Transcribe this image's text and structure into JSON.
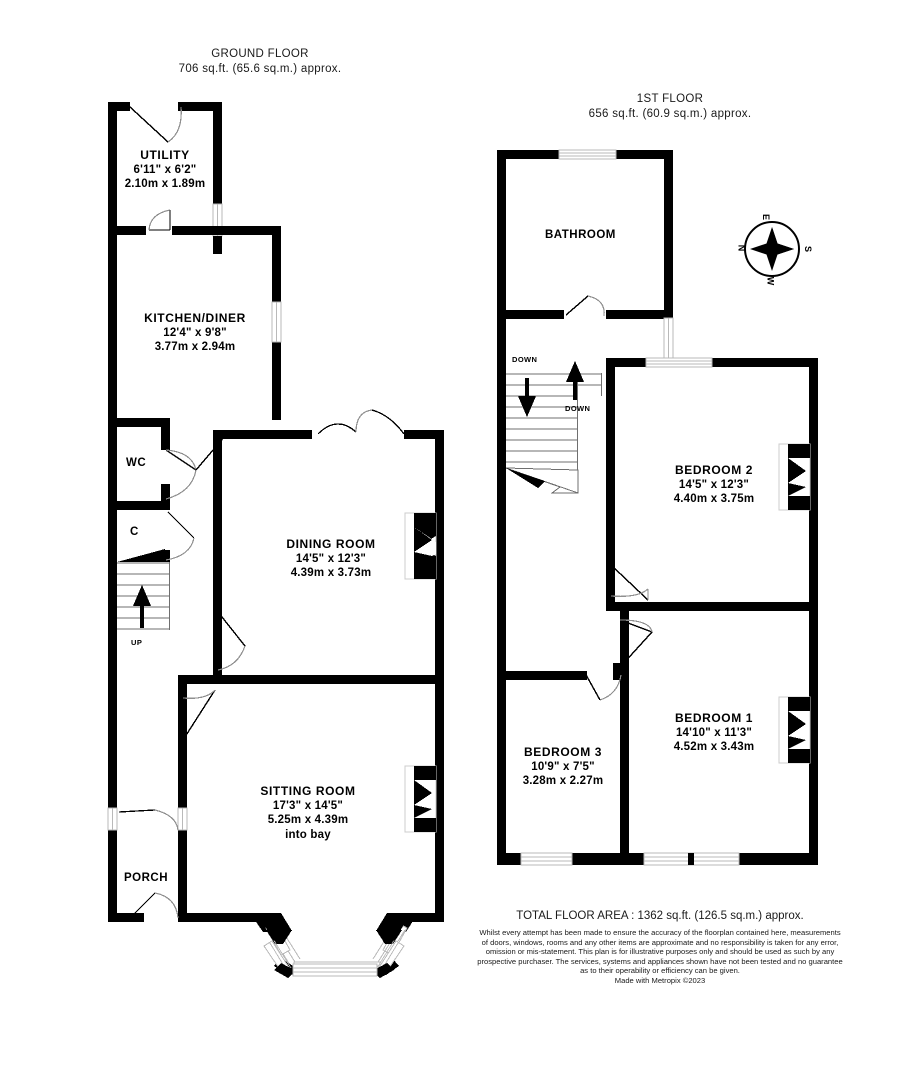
{
  "document": {
    "type": "floorplan",
    "provider": "Made with Metropix ©2023"
  },
  "ground_floor": {
    "title": "GROUND FLOOR",
    "area": "706 sq.ft. (65.6 sq.m.) approx.",
    "rooms": [
      {
        "name": "UTILITY",
        "imperial": "6'11\"  x 6'2\"",
        "metric": "2.10m  x 1.89m",
        "note": ""
      },
      {
        "name": "KITCHEN/DINER",
        "imperial": "12'4\"  x 9'8\"",
        "metric": "3.77m  x 2.94m",
        "note": ""
      },
      {
        "name": "WC",
        "imperial": "",
        "metric": "",
        "note": ""
      },
      {
        "name": "C",
        "imperial": "",
        "metric": "",
        "note": ""
      },
      {
        "name": "DINING ROOM",
        "imperial": "14'5\"  x 12'3\"",
        "metric": "4.39m  x 3.73m",
        "note": ""
      },
      {
        "name": "SITTING ROOM",
        "imperial": "17'3\"  x 14'5\"",
        "metric": "5.25m  x 4.39m",
        "note": "into bay"
      },
      {
        "name": "PORCH",
        "imperial": "",
        "metric": "",
        "note": ""
      }
    ],
    "stair_marker": "UP"
  },
  "first_floor": {
    "title": "1ST FLOOR",
    "area": "656 sq.ft. (60.9 sq.m.) approx.",
    "rooms": [
      {
        "name": "BATHROOM",
        "imperial": "",
        "metric": "",
        "note": ""
      },
      {
        "name": "BEDROOM 2",
        "imperial": "14'5\"  x 12'3\"",
        "metric": "4.40m  x 3.75m",
        "note": ""
      },
      {
        "name": "BEDROOM 1",
        "imperial": "14'10\"  x 11'3\"",
        "metric": "4.52m  x 3.43m",
        "note": ""
      },
      {
        "name": "BEDROOM 3",
        "imperial": "10'9\"  x 7'5\"",
        "metric": "3.28m  x 2.27m",
        "note": ""
      }
    ],
    "stair_markers": [
      "DOWN",
      "DOWN"
    ]
  },
  "compass": {
    "north": "N",
    "east": "E",
    "south": "S",
    "west": "W"
  },
  "footer": {
    "total_area": "TOTAL FLOOR AREA : 1362 sq.ft. (126.5 sq.m.) approx.",
    "disclaimer_lines": [
      "Whilst every attempt has been made to ensure the accuracy of the floorplan contained here, measurements",
      "of doors, windows, rooms and any other items are approximate and no responsibility is taken for any error,",
      "omission or mis-statement. This plan is for illustrative purposes only and should be used as such by any",
      "prospective purchaser. The services, systems and appliances shown have not been tested and no guarantee",
      "as to their operability or efficiency can be given."
    ],
    "made_with": "Made with Metropix ©2023"
  },
  "colors": {
    "wall": "#000000",
    "background": "#ffffff",
    "window_line": "#b3b3b3",
    "door_swing": "#8c8c8c",
    "text": "#1a1a1a"
  }
}
